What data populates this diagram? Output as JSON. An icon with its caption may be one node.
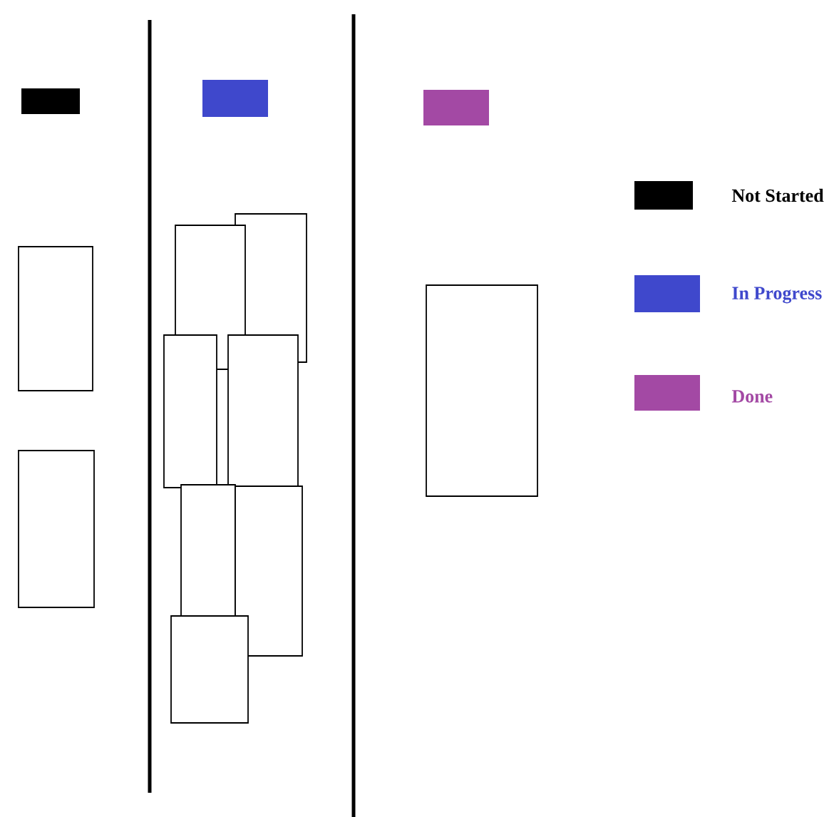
{
  "diagram": {
    "nodes": [
      {
        "text": [],
        "shape": "box"
      },
      {
        "text": [],
        "shape": "box"
      },
      {
        "text": [],
        "shape": "box"
      },
      {
        "text": [],
        "shape": "box"
      },
      {
        "text": [],
        "shape": "box"
      },
      {
        "text": [],
        "shape": "box"
      },
      {
        "text": [],
        "shape": "box"
      },
      {
        "text": [],
        "shape": "box"
      },
      {
        "text": [],
        "shape": "box"
      },
      {
        "text": [],
        "shape": "box"
      }
    ],
    "legend": [
      {
        "text": "Not Started",
        "color": "#000000"
      },
      {
        "text": "In Progress",
        "color": "#3f48cc"
      },
      {
        "text": "Done",
        "color": "#a349a4"
      }
    ]
  }
}
